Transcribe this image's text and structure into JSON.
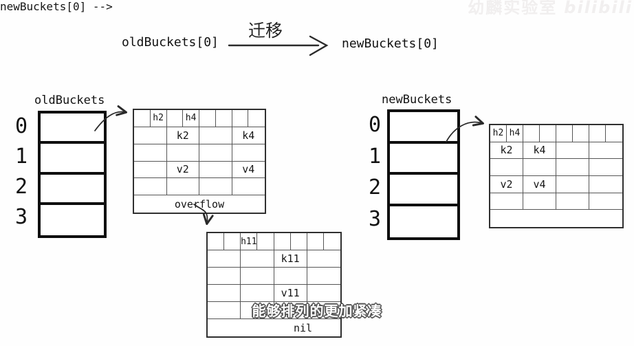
{
  "watermark": {
    "lab": "幼麟实验室",
    "site": "bilibili"
  },
  "header": {
    "source": "oldBuckets[0]",
    "arrow_label": "迁移",
    "target": "newBuckets[0]"
  },
  "old_buckets": {
    "title": "oldBuckets",
    "indices": [
      "0",
      "1",
      "2",
      "3"
    ]
  },
  "new_buckets": {
    "title": "newBuckets",
    "indices": [
      "0",
      "1",
      "2",
      "3"
    ]
  },
  "old_bucket_detail": {
    "tophash": [
      "",
      "h2",
      "",
      "h4",
      "",
      "",
      "",
      ""
    ],
    "rows": [
      [
        "",
        "k2",
        "",
        "k4"
      ],
      [
        "",
        "",
        "",
        ""
      ],
      [
        "",
        "v2",
        "",
        "v4"
      ],
      [
        "",
        "",
        "",
        ""
      ]
    ],
    "footer": "overflow"
  },
  "overflow_bucket_detail": {
    "tophash": [
      "",
      "",
      "h11",
      "",
      "",
      "",
      "",
      ""
    ],
    "rows": [
      [
        "",
        "",
        "k11",
        ""
      ],
      [
        "",
        "",
        "",
        ""
      ],
      [
        "",
        "",
        "v11",
        ""
      ],
      [
        "",
        "",
        "",
        ""
      ]
    ],
    "footer": "nil"
  },
  "new_bucket_detail": {
    "tophash": [
      "h2",
      "h4",
      "",
      "",
      "",
      "",
      "",
      ""
    ],
    "rows": [
      [
        "k2",
        "k4",
        "",
        ""
      ],
      [
        "",
        "",
        "",
        ""
      ],
      [
        "v2",
        "v4",
        "",
        ""
      ],
      [
        "",
        "",
        "",
        ""
      ]
    ],
    "footer": ""
  },
  "subtitle": "能够排列的更加紧凑",
  "colors": {
    "ink": "#2a2a2a",
    "table_line": "#555555",
    "box_border": "#0d0d0d",
    "subtitle_outline": "#545454"
  }
}
